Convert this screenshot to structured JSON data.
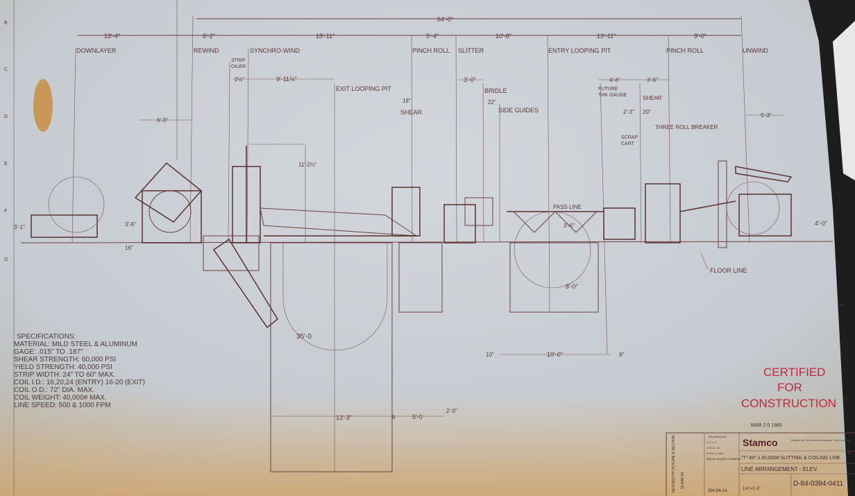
{
  "overall_dimension": "64'-0\"",
  "top_dimensions": [
    "13'-4\"",
    "6'-2\"",
    "18'-11\"",
    "5'-4\"",
    "10'-8\"",
    "13'-11\"",
    "9'-0\""
  ],
  "centerlines": {
    "downlayer": "DOWNLAYER",
    "rewind": "REWIND",
    "synchro_wind": "SYNCHRO-WIND",
    "pinch_roll_exit": "PINCH ROLL",
    "slitter": "SLITTER",
    "entry_looping_pit": "ENTRY LOOPING PIT",
    "pinch_roll_entry": "PINCH ROLL",
    "unwind": "UNWIND",
    "strip_oiler_1": "STRIP",
    "strip_oiler_2": "OILER",
    "exit_looping_pit": "EXIT LOOPING PIT",
    "bridle": "BRIDLE",
    "shear_exit": "SHEAR",
    "side_guides": "SIDE GUIDES",
    "future_gauge_1": "FUTURE",
    "future_gauge_2": "THK GAUGE",
    "shear_entry": "SHEAR",
    "three_roll_breaker": "THREE ROLL BREAKER",
    "scrap_cart_1": "SCRAP",
    "scrap_cart_2": "CART"
  },
  "dimensions": {
    "oiler": "2½\"",
    "oiler_to_pit": "9'-11½\"",
    "slitter_bridle": "3'-0\"",
    "shear_offset": "18\"",
    "side_guides_offset": "22\"",
    "gauge": "4'-6\"",
    "shear_entry": "3'-6\"",
    "scrap": "2'-3\"",
    "breaker": "20\"",
    "rewind_left": "6'-3\"",
    "unwind_right": "5'-3\"",
    "height": "11'-2½\"",
    "downlayer_h": "3'-1\"",
    "rewind_h": "3'-6\"",
    "rewind_base": "16\"",
    "pass_line_h": "3'-6\"",
    "unwind_h": "4'-0\"",
    "entry_pit_depth": "8'-0\"",
    "exit_pit_depth": "35'-0",
    "pit_gap_1": "10\"",
    "entry_pit_width": "10'-0\"",
    "pit_gap_2": "8\"",
    "exit_pit_width": "13'-3\"",
    "gap_3": "8",
    "pit_5": "5'-0",
    "pit_2": "2'-0\""
  },
  "labels": {
    "pass_line": "PASS LINE",
    "floor_line": "FLOOR LINE"
  },
  "specifications": {
    "title": "SPECIFICATIONS:",
    "lines": [
      "MATERIAL: MILD STEEL & ALUMINUM",
      "GAGE: .015\" TO .187\"",
      "SHEAR STRENGTH: 60,000 PSI",
      "YIELD STRENGTH: 40,000 PSI",
      "STRIP WIDTH: 24\" TO 60\" MAX.",
      "COIL I.D.: 16,20,24 (ENTRY) 16-20 (EXIT)",
      "COIL O.D.: 72\" DIA. MAX.",
      "COIL WEIGHT: 40,000# MAX.",
      "LINE SPEED: 500 & 1000 FPM"
    ]
  },
  "stamp": {
    "line1": "CERTIFIED",
    "line2": "FOR",
    "line3": "CONSTRUCTION",
    "date": "MAR 2 0 1985",
    "color": "#c0283a"
  },
  "title_block": {
    "company": "Stamco",
    "company_sub": "Division of The Monarch Machine Tool Company",
    "project": "\"T\"-60\" x 40,000# SLITTING & COILING LINE",
    "drawing_title": "LINE ARRANGEMENT - ELEV.",
    "drawing_number": "D-84-0394-0411",
    "job_number": "394-84-1A",
    "scale": "1/4\"=1'-0\"",
    "tolerances_title": "TOLERANCES",
    "tolerances": [
      "X.X ± 1\"",
      "X.XX ± .02",
      "X.XXX ± .004"
    ],
    "break_corners": "BREAK SHARP CORNERS",
    "revision": "REVISED PIT OUTLINE & SECTION",
    "revision_date": "15 MAY 84"
  },
  "grid_letters_left": [
    "B",
    "C",
    "D",
    "E",
    "F",
    "G"
  ],
  "grid_letters_right": [
    "H",
    "I",
    "J",
    "K"
  ]
}
